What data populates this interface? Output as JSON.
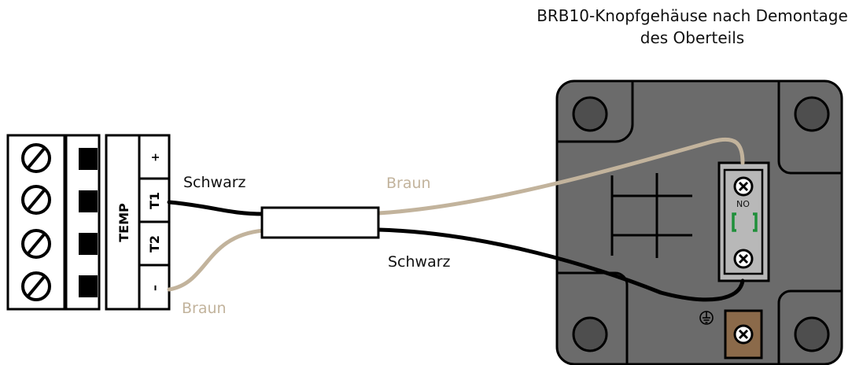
{
  "title_line1": "BRB10-Knopfgehäuse nach Demontage",
  "title_line2": "des Oberteils",
  "terminal": {
    "temp_label": "TEMP",
    "pins": [
      "+",
      "T1",
      "T2",
      "–"
    ]
  },
  "wires": {
    "left_black": "Schwarz",
    "left_brown": "Braun",
    "right_brown": "Braun",
    "right_black": "Schwarz"
  },
  "switch": {
    "no_label": "NO"
  },
  "colors": {
    "black_wire": "#000000",
    "brown_wire": "#c2b39c",
    "housing": "#6b6b6b",
    "switch_block": "#b8b8b8",
    "indicator_green": "#1f8f3a",
    "ground_terminal": "#8b6a4a"
  }
}
